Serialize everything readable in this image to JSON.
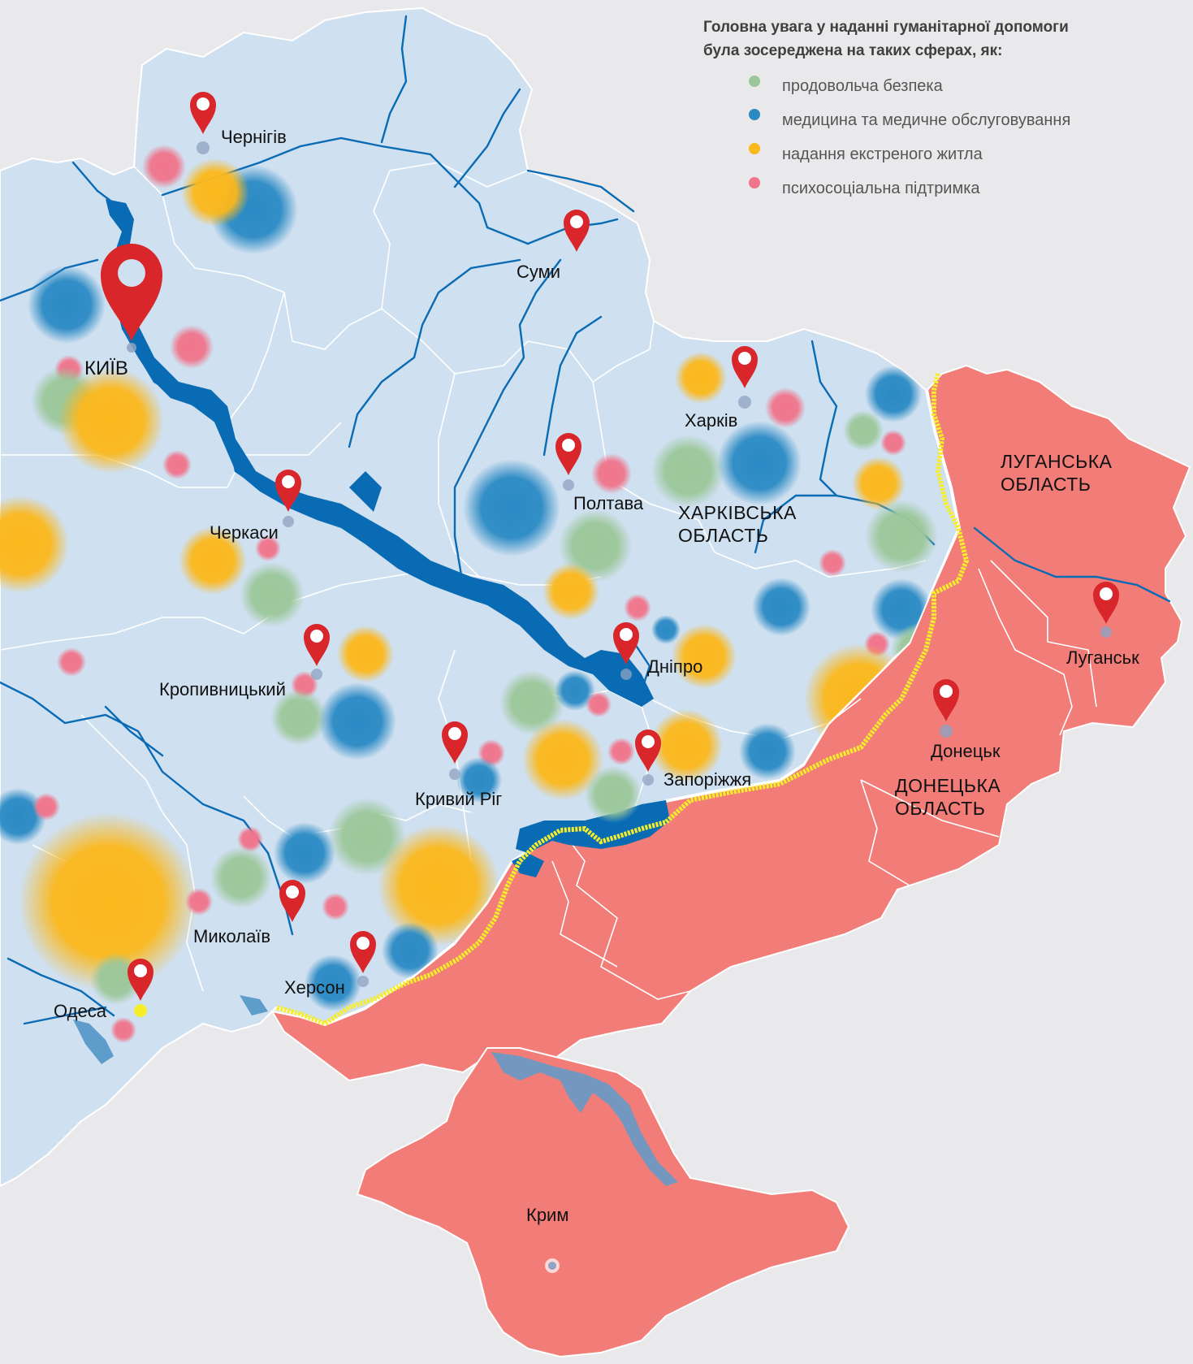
{
  "legend": {
    "title_line1": "Головна увага у наданні гуманітарної допомоги",
    "title_line2": "була зосереджена на таких сферах, як:",
    "items": [
      {
        "label": "продовольча безпека",
        "color": "#9cc79a"
      },
      {
        "label": "медицина та медичне обслуговування",
        "color": "#2b8ac4"
      },
      {
        "label": "надання екстреного житла",
        "color": "#fbb81c"
      },
      {
        "label": "психосоціальна підтримка",
        "color": "#f0758c"
      }
    ]
  },
  "colors": {
    "territory": "#cfe0f0",
    "occupied": "#f27c77",
    "water": "#0a6bb5",
    "border": "#ffffff",
    "frontline": "#f6ee2a",
    "pin": "#d8262b",
    "background": "#e9e9ec"
  },
  "cities": {
    "kyiv": "КИЇВ",
    "chernihiv": "Чернігів",
    "sumy": "Суми",
    "kharkiv": "Харків",
    "poltava": "Полтава",
    "cherkasy": "Черкаси",
    "kropyvnytskyi": "Кропивницький",
    "dnipro": "Дніпро",
    "kryvyi_rih": "Кривий Ріг",
    "zaporizhzhia": "Запоріжжя",
    "mykolaiv": "Миколаїв",
    "kherson": "Херсон",
    "odesa": "Одеса",
    "donetsk": "Донецьк",
    "luhansk": "Луганськ",
    "crimea": "Крим"
  },
  "regions": {
    "kharkiv_1": "ХАРКІВСЬКА",
    "kharkiv_2": "ОБЛАСТЬ",
    "luhansk_1": "ЛУГАНСЬКА",
    "luhansk_2": "ОБЛАСТЬ",
    "donetsk_1": "ДОНЕЦЬКА",
    "donetsk_2": "ОБЛАСТЬ"
  }
}
